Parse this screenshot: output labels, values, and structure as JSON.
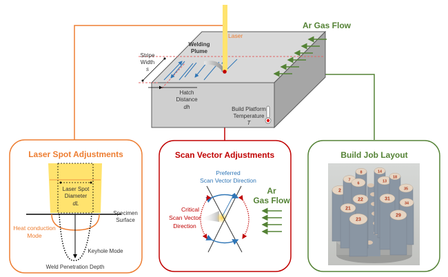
{
  "colors": {
    "laser_spot": "#ED7D31",
    "scan_vector": "#C00000",
    "build_job": "#548235",
    "preferred": "#2E75B6",
    "laser_beam": "#FFE36E",
    "platform": "#D9D9D9"
  },
  "top": {
    "laser_label": "Laser",
    "plume_line1": "Welding",
    "plume_line2": "Plume",
    "stripe_line1": "Stripe",
    "stripe_line2": "Width",
    "stripe_symbol": "s",
    "hatch_line1": "Hatch",
    "hatch_line2": "Distance",
    "hatch_symbol": "dh",
    "temp_line1": "Build Platform",
    "temp_line2": "Temperature",
    "temp_symbol": "T",
    "gas_label": "Ar Gas Flow"
  },
  "laser_panel": {
    "title": "Laser Spot Adjustments",
    "spot_line1": "Laser Spot",
    "spot_line2": "Diameter",
    "spot_symbol": "dL",
    "surface_line1": "Specimen",
    "surface_line2": "Surface",
    "conduction_line1": "Heat conduction",
    "conduction_line2": "Mode",
    "keyhole": "Keyhole Mode",
    "depth": "Weld Penetration Depth"
  },
  "scan_panel": {
    "title": "Scan Vector Adjustments",
    "preferred_line1": "Preferred",
    "preferred_line2": "Scan Vector Direction",
    "critical_line1": "Critical",
    "critical_line2": "Scan Vector",
    "critical_line3": "Direction",
    "gas_line1": "Ar",
    "gas_line2": "Gas Flow"
  },
  "build_panel": {
    "title": "Build Job Layout",
    "rod_labels": [
      "2",
      "7",
      "8",
      "14",
      "6",
      "13",
      "18",
      "35",
      "22",
      "31",
      "34",
      "21",
      "23",
      "29"
    ]
  }
}
